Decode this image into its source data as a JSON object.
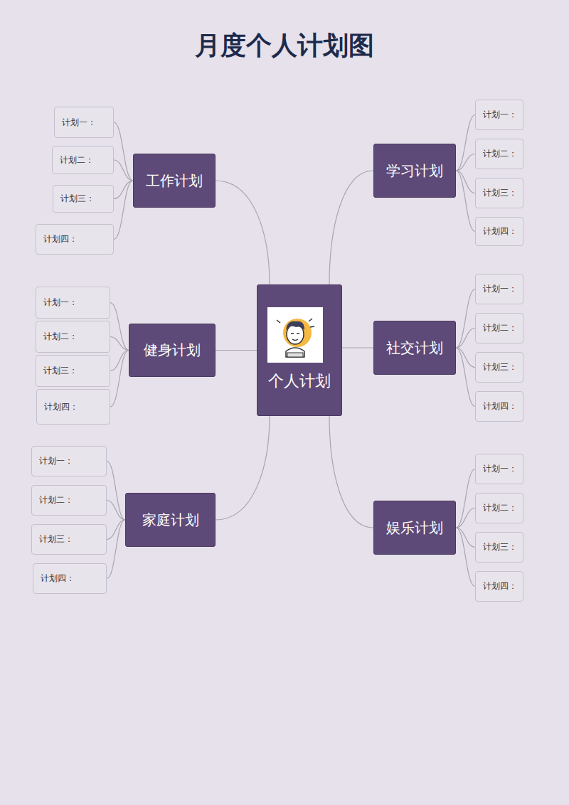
{
  "diagram": {
    "title": "月度个人计划图",
    "nodes": [
      {
        "text": [
          "个人计划"
        ]
      },
      {
        "text": [
          "工作计划"
        ]
      },
      {
        "text": [
          "计划一："
        ]
      },
      {
        "text": [
          "计划二："
        ]
      },
      {
        "text": [
          "计划三："
        ]
      },
      {
        "text": [
          "计划四："
        ]
      },
      {
        "text": [
          "学习计划"
        ]
      },
      {
        "text": [
          "计划一："
        ]
      },
      {
        "text": [
          "计划二："
        ]
      },
      {
        "text": [
          "计划三："
        ]
      },
      {
        "text": [
          "计划四："
        ]
      },
      {
        "text": [
          "健身计划"
        ]
      },
      {
        "text": [
          "计划一："
        ]
      },
      {
        "text": [
          "计划二："
        ]
      },
      {
        "text": [
          "计划三："
        ]
      },
      {
        "text": [
          "计划四："
        ]
      },
      {
        "text": [
          "社交计划"
        ]
      },
      {
        "text": [
          "计划一："
        ]
      },
      {
        "text": [
          "计划二："
        ]
      },
      {
        "text": [
          "计划三："
        ]
      },
      {
        "text": [
          "计划四："
        ]
      },
      {
        "text": [
          "家庭计划"
        ]
      },
      {
        "text": [
          "计划一："
        ]
      },
      {
        "text": [
          "计划二："
        ]
      },
      {
        "text": [
          "计划三："
        ]
      },
      {
        "text": [
          "计划四："
        ]
      },
      {
        "text": [
          "娱乐计划"
        ]
      },
      {
        "text": [
          "计划一："
        ]
      },
      {
        "text": [
          "计划二："
        ]
      },
      {
        "text": [
          "计划三："
        ]
      },
      {
        "text": [
          "计划四："
        ]
      }
    ],
    "edges": [
      {
        "from": 0,
        "to": 1,
        "arrow": "none"
      },
      {
        "from": 1,
        "to": 2,
        "arrow": "none"
      },
      {
        "from": 1,
        "to": 3,
        "arrow": "none"
      },
      {
        "from": 1,
        "to": 4,
        "arrow": "none"
      },
      {
        "from": 1,
        "to": 5,
        "arrow": "none"
      },
      {
        "from": 0,
        "to": 6,
        "arrow": "none"
      },
      {
        "from": 6,
        "to": 7,
        "arrow": "none"
      },
      {
        "from": 6,
        "to": 8,
        "arrow": "none"
      },
      {
        "from": 6,
        "to": 9,
        "arrow": "none"
      },
      {
        "from": 6,
        "to": 10,
        "arrow": "none"
      },
      {
        "from": 0,
        "to": 11,
        "arrow": "none"
      },
      {
        "from": 11,
        "to": 12,
        "arrow": "none"
      },
      {
        "from": 11,
        "to": 13,
        "arrow": "none"
      },
      {
        "from": 11,
        "to": 14,
        "arrow": "none"
      },
      {
        "from": 11,
        "to": 15,
        "arrow": "none"
      },
      {
        "from": 0,
        "to": 16,
        "arrow": "none"
      },
      {
        "from": 16,
        "to": 17,
        "arrow": "none"
      },
      {
        "from": 16,
        "to": 18,
        "arrow": "none"
      },
      {
        "from": 16,
        "to": 19,
        "arrow": "none"
      },
      {
        "from": 16,
        "to": 20,
        "arrow": "none"
      },
      {
        "from": 0,
        "to": 21,
        "arrow": "none"
      },
      {
        "from": 21,
        "to": 22,
        "arrow": "none"
      },
      {
        "from": 21,
        "to": 23,
        "arrow": "none"
      },
      {
        "from": 21,
        "to": 24,
        "arrow": "none"
      },
      {
        "from": 21,
        "to": 25,
        "arrow": "none"
      },
      {
        "from": 0,
        "to": 26,
        "arrow": "none"
      },
      {
        "from": 26,
        "to": 27,
        "arrow": "none"
      },
      {
        "from": 26,
        "to": 28,
        "arrow": "none"
      },
      {
        "from": 26,
        "to": 29,
        "arrow": "none"
      },
      {
        "from": 26,
        "to": 30,
        "arrow": "none"
      }
    ]
  }
}
